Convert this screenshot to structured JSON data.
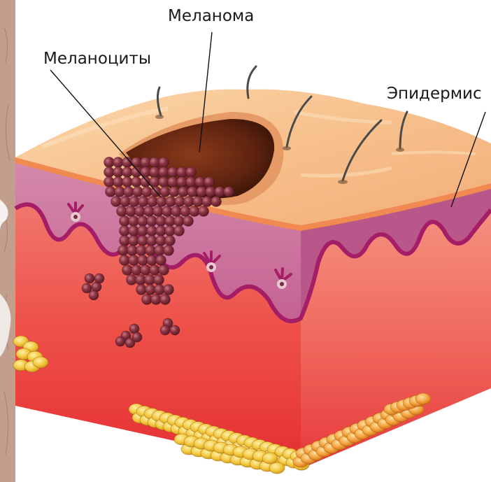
{
  "labels": {
    "melanoma": "Меланома",
    "melanocytes": "Меланоциты",
    "epidermis": "Эпидермис"
  },
  "colors": {
    "skin_top": "#f7c08a",
    "skin_top_light": "#fbd6a8",
    "epidermis_layer": "#c9739a",
    "dermis_front": "#ec4b45",
    "dermis_side": "#f0655a",
    "melanoma": "#6b2a14",
    "melanocyte": "#8a2f3f",
    "fat": "#f0c23a",
    "hair": "#4a4a4a",
    "basement": "#b0286e"
  }
}
